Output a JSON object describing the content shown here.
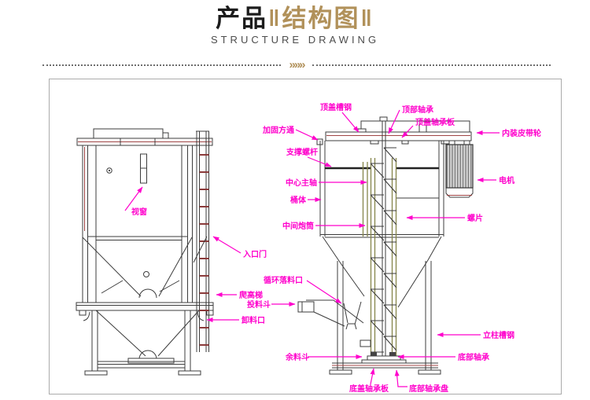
{
  "header": {
    "title_primary": "产品",
    "title_secondary": "结构图",
    "separator": "‖",
    "subtitle": "STRUCTURE DRAWING",
    "chevrons": "»»»"
  },
  "colors": {
    "accent_gold": "#b1915a",
    "label_magenta": "#ff00cc",
    "drawing_dark": "#3c3c3c",
    "drawing_red": "#a04545",
    "drawing_khaki": "#85854a"
  },
  "labels": {
    "sight_window": "视窗",
    "entry_door": "入口门",
    "climb_ladder": "爬高梯",
    "feed_hopper": "投料斗",
    "discharge_port": "卸料口",
    "reinforce_square_tube": "加固方通",
    "support_screw": "支撑螺杆",
    "center_main_shaft": "中心主轴",
    "barrel_body": "桶体",
    "middle_tube": "中间炮筒",
    "circulation_drop_port": "循环落料口",
    "top_cover_channel": "顶盖槽钢",
    "top_bearing": "顶部轴承",
    "top_cover_bearing_plate": "顶盖轴承板",
    "built_in_pulley": "内装皮带轮",
    "motor": "电机",
    "screw_blade": "螺片",
    "column_channel": "立柱槽钢",
    "bottom_bearing": "底部轴承",
    "residual_hopper": "余料斗",
    "bottom_cover_bearing_plate": "底盖轴承板",
    "bottom_bearing_disc": "底部轴承盘"
  }
}
